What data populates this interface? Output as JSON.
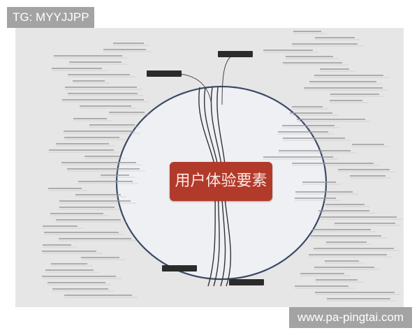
{
  "watermarks": {
    "top_left": "TG: MYYJJPP",
    "bottom_right": "www.pa-pingtai.com"
  },
  "mindmap": {
    "central_topic": "用户体验要素",
    "colors": {
      "central": "#b23a2b",
      "branch_node": "#2b2b2b",
      "ellipse": "#3b4a66",
      "background": "#e6e6e6"
    }
  }
}
